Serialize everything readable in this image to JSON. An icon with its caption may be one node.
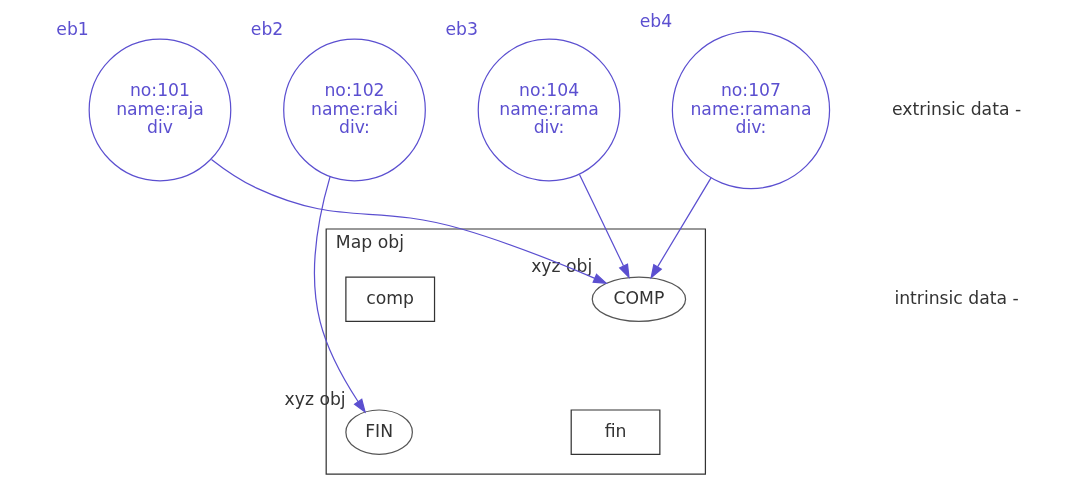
{
  "diagram": {
    "nodes": [
      {
        "text": [
          "no:101",
          "name:raja",
          "div"
        ],
        "beside": [
          "eb1"
        ]
      },
      {
        "text": [
          "no:102",
          "name:raki",
          "div:"
        ],
        "beside": [
          "eb2"
        ]
      },
      {
        "text": [
          "no:104",
          "name:rama",
          "div:"
        ],
        "beside": [
          "eb3"
        ]
      },
      {
        "text": [
          "no:107",
          "name:ramana",
          "div:"
        ],
        "beside": [
          "eb4"
        ]
      },
      {
        "text": [
          "Map obj"
        ]
      },
      {
        "text": [
          "comp"
        ],
        "in": 4
      },
      {
        "text": [
          "COMP"
        ],
        "in": 4,
        "beside": [
          "xyz obj"
        ]
      },
      {
        "text": [
          "fin"
        ],
        "in": 4
      },
      {
        "text": [
          "FIN"
        ],
        "in": 4,
        "beside": [
          "xyz obj"
        ]
      }
    ],
    "edges": [
      {
        "from": 0,
        "to": 6,
        "arrow": "to"
      },
      {
        "from": 1,
        "to": 8,
        "arrow": "to"
      },
      {
        "from": 2,
        "to": 6,
        "arrow": "to"
      },
      {
        "from": 3,
        "to": 6,
        "arrow": "to"
      }
    ],
    "labels": [
      "extrinsic data -",
      "intrinsic data -"
    ]
  }
}
